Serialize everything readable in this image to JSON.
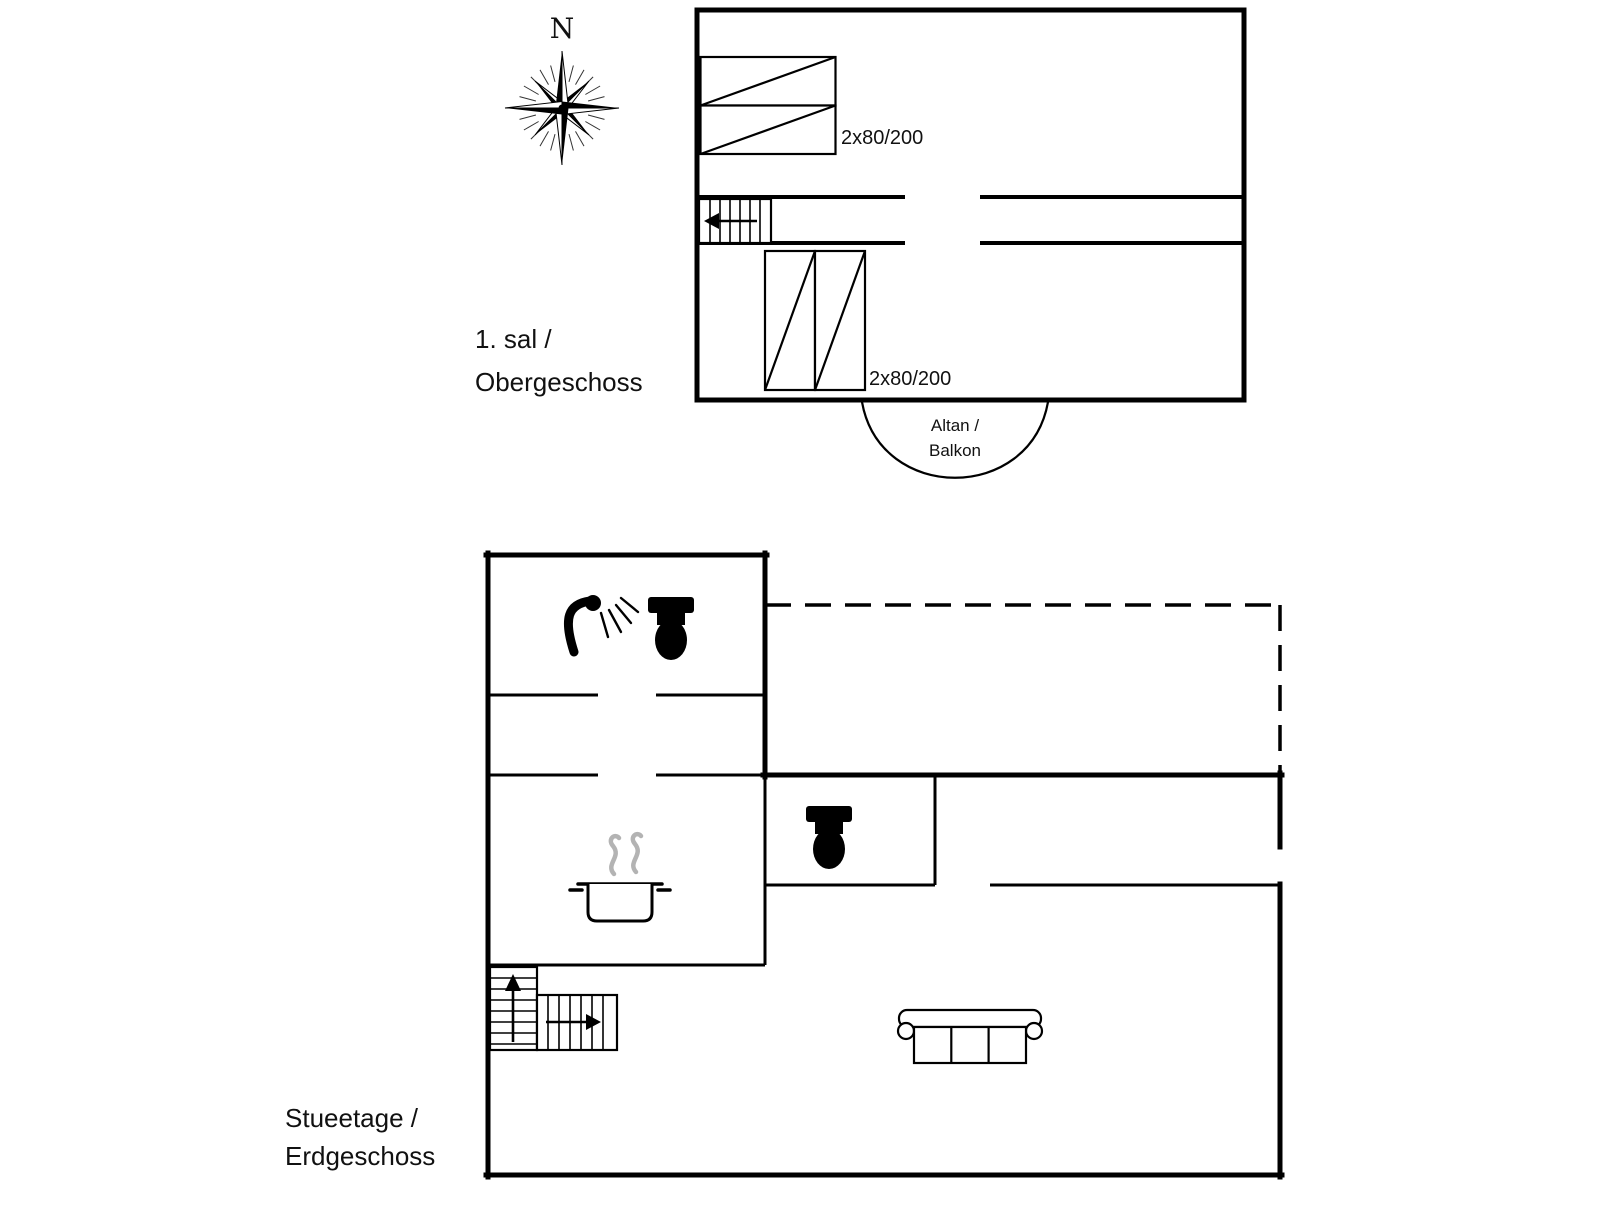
{
  "colors": {
    "line": "#000000",
    "steam": "#b3b3b3",
    "background": "#ffffff"
  },
  "compass": {
    "north_label": "N"
  },
  "upper_floor": {
    "name_line1": "1. sal /",
    "name_line2": "Obergeschoss",
    "bed_top_label": "2x80/200",
    "bed_bottom_label": "2x80/200",
    "balcony_line1": "Altan /",
    "balcony_line2": "Balkon"
  },
  "ground_floor": {
    "name_line1": "Stueetage /",
    "name_line2": "Erdgeschoss"
  }
}
